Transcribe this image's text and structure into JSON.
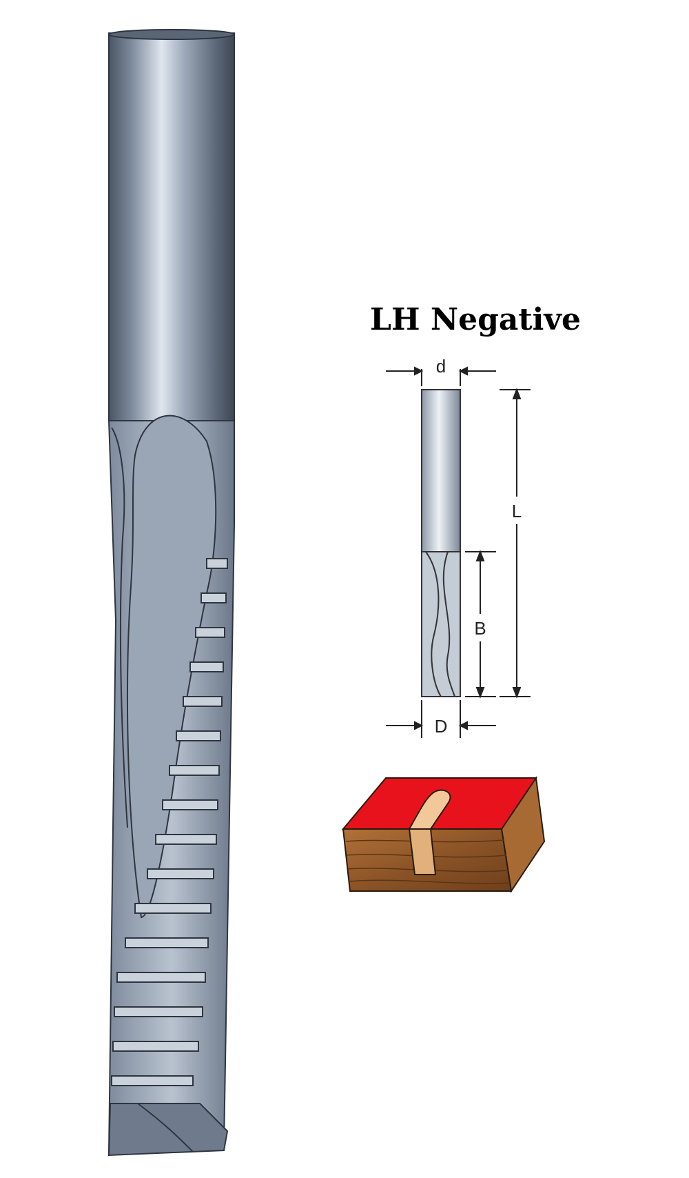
{
  "figure": {
    "title": "LH Negative",
    "dimension_labels": {
      "shank_diameter": "d",
      "overall_length": "L",
      "cutting_length": "B",
      "cutting_diameter": "D"
    },
    "colors": {
      "steel_dark": "#4a5563",
      "steel_mid": "#8e9aab",
      "steel_light": "#d7dee6",
      "workpiece_top": "#e8121c",
      "wood": "#9a5f2e"
    },
    "icons": [
      "spiral-router-bit-icon",
      "bit-dimension-drawing-icon",
      "grooved-wood-block-icon"
    ]
  }
}
